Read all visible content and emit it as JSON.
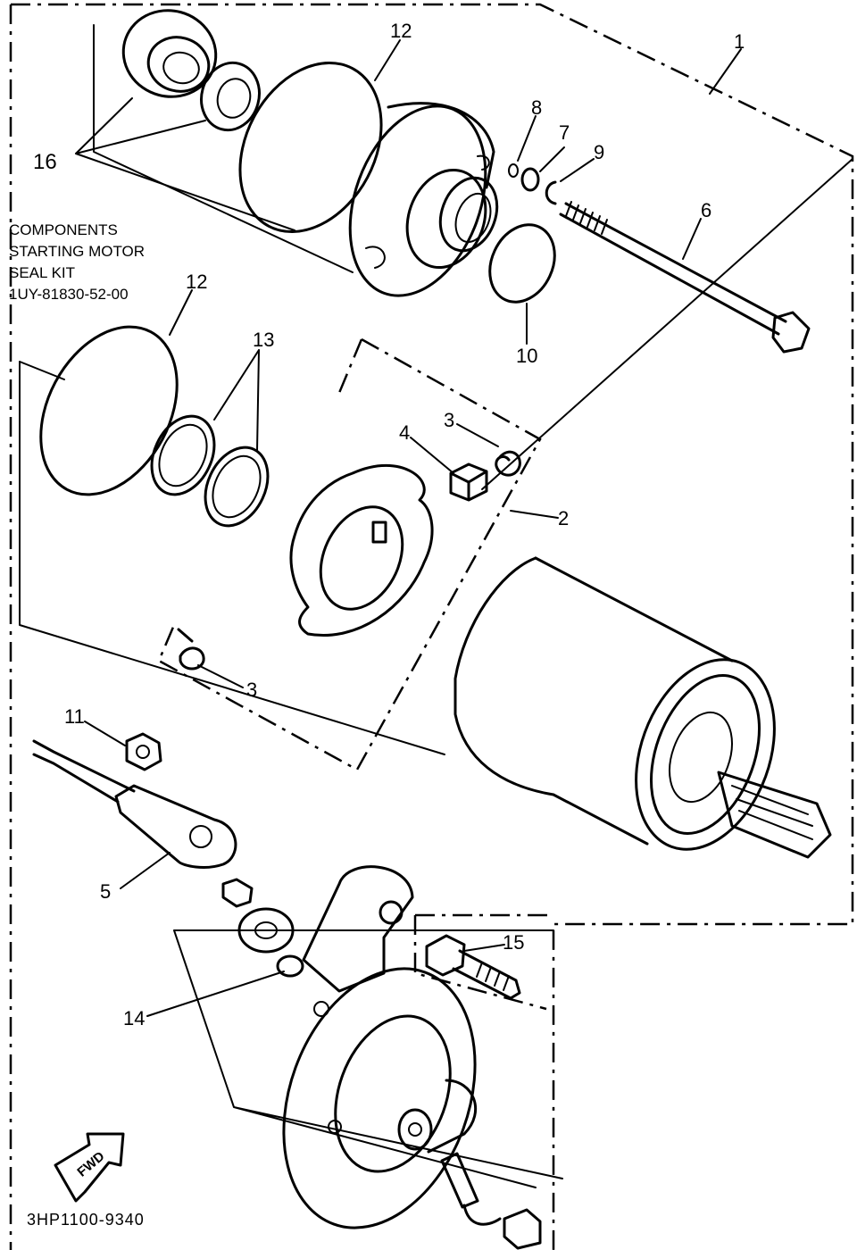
{
  "kit_note": {
    "line1": "COMPONENTS",
    "line2": "STARTING MOTOR",
    "line3": "SEAL KIT",
    "line4": "1UY-81830-52-00"
  },
  "callouts": {
    "c1": "1",
    "c2": "2",
    "c3a": "3",
    "c3b": "3",
    "c4": "4",
    "c5": "5",
    "c6": "6",
    "c7": "7",
    "c8": "8",
    "c9": "9",
    "c10": "10",
    "c11": "11",
    "c12a": "12",
    "c12b": "12",
    "c13": "13",
    "c14": "14",
    "c15": "15",
    "c16": "16"
  },
  "fwd_arrow": "FWD",
  "drawing_code": "3HP1100-9340"
}
